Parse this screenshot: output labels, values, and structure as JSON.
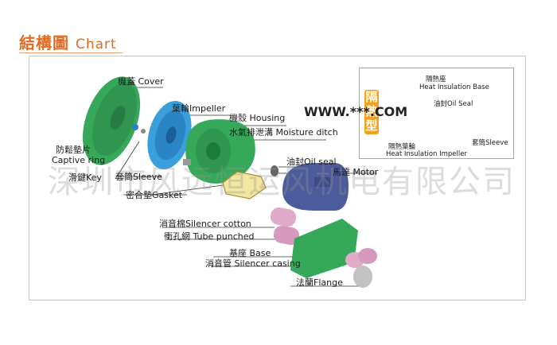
{
  "header": {
    "title_cn": "結構圖",
    "title_en": "Chart"
  },
  "labels": {
    "cover": "機蓋 Cover",
    "impeller": "葉輪Impeller",
    "housing": "機殼 Housing",
    "moisture": "水氣排泄溝 Moisture ditch",
    "captive_cn": "防鬆墊片",
    "captive_en": "Captive ring",
    "key": "滑鍵Key",
    "sleeve": "套筒Sleeve",
    "gasket": "密合墊Gasket",
    "oil_seal": "油封Oil seal",
    "motor": "馬達 Motor",
    "silencer_cotton": "消音棉Silencer cotton",
    "tube_punched": "衝孔網  Tube punched",
    "base": "基座 Base",
    "silencer_casing": "消音管 Silencer casing",
    "flange": "法蘭Flange"
  },
  "inset": {
    "badge": "隔熱型",
    "base_cn": "隔熱座",
    "base_en": "Heat Insulation Base",
    "oil_seal": "油封Oil Seal",
    "impeller_cn": "隔熱葉輪",
    "impeller_en": "Heat Insulation Impeller",
    "sleeve": "套筒Sleeve"
  },
  "watermark": "深圳市风远恒运风机电有限公司",
  "brand": "WWW.***.COM",
  "colors": {
    "title": "#e46a1f",
    "green": "#36a85a",
    "green_dark": "#1d7a3d",
    "blue": "#3aa0dc",
    "pink": "#e0aac8",
    "purple": "#4b5b9c",
    "gold": "#f3b821"
  }
}
